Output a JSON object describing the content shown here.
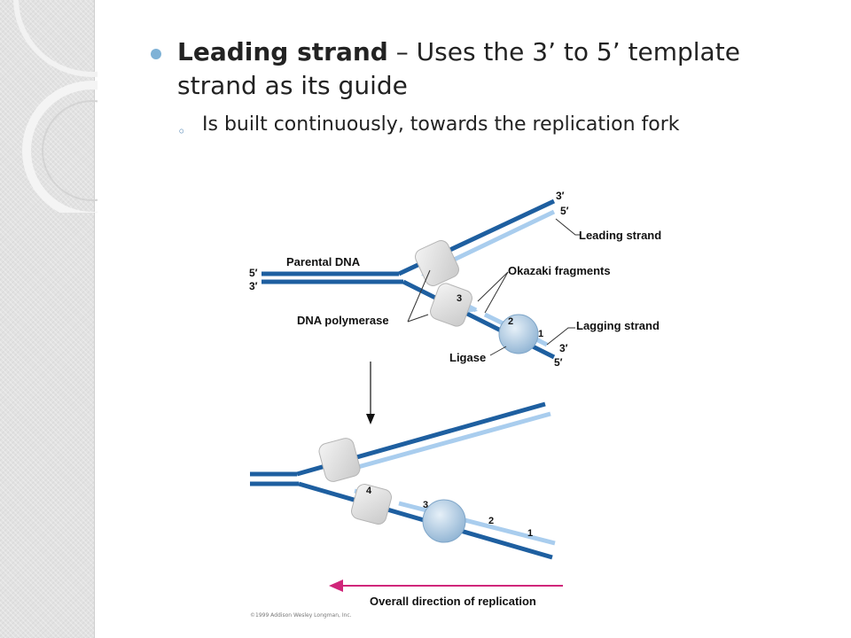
{
  "bullet1": {
    "strong": "Leading strand",
    "rest": " – Uses the 3’ to 5’ template strand as its guide"
  },
  "bullet2": {
    "text": "Is built continuously, towards the replication fork"
  },
  "figure_top": {
    "label_3prime_top": "3′",
    "label_5prime_top": "5′",
    "leading_strand": "Leading strand",
    "parental_dna": "Parental DNA",
    "label_5prime_left": "5′",
    "label_3prime_left": "3′",
    "okazaki_fragments": "Okazaki fragments",
    "dna_polymerase": "DNA polymerase",
    "lagging_strand": "Lagging strand",
    "ligase": "Ligase",
    "label_3prime_bottom": "3′",
    "label_5prime_bottom": "5′",
    "num_1": "1",
    "num_2": "2",
    "num_3": "3"
  },
  "figure_bottom": {
    "num_1": "1",
    "num_2": "2",
    "num_3": "3",
    "num_4": "4",
    "overall_direction": "Overall direction of replication"
  },
  "copyright": "©1999 Addison Wesley Longman, Inc.",
  "colors": {
    "dark_strand": "#1e5fa0",
    "light_strand": "#a9cdee",
    "arrow_magenta": "#d0267a",
    "bullet_dot": "#7fb2d6"
  }
}
